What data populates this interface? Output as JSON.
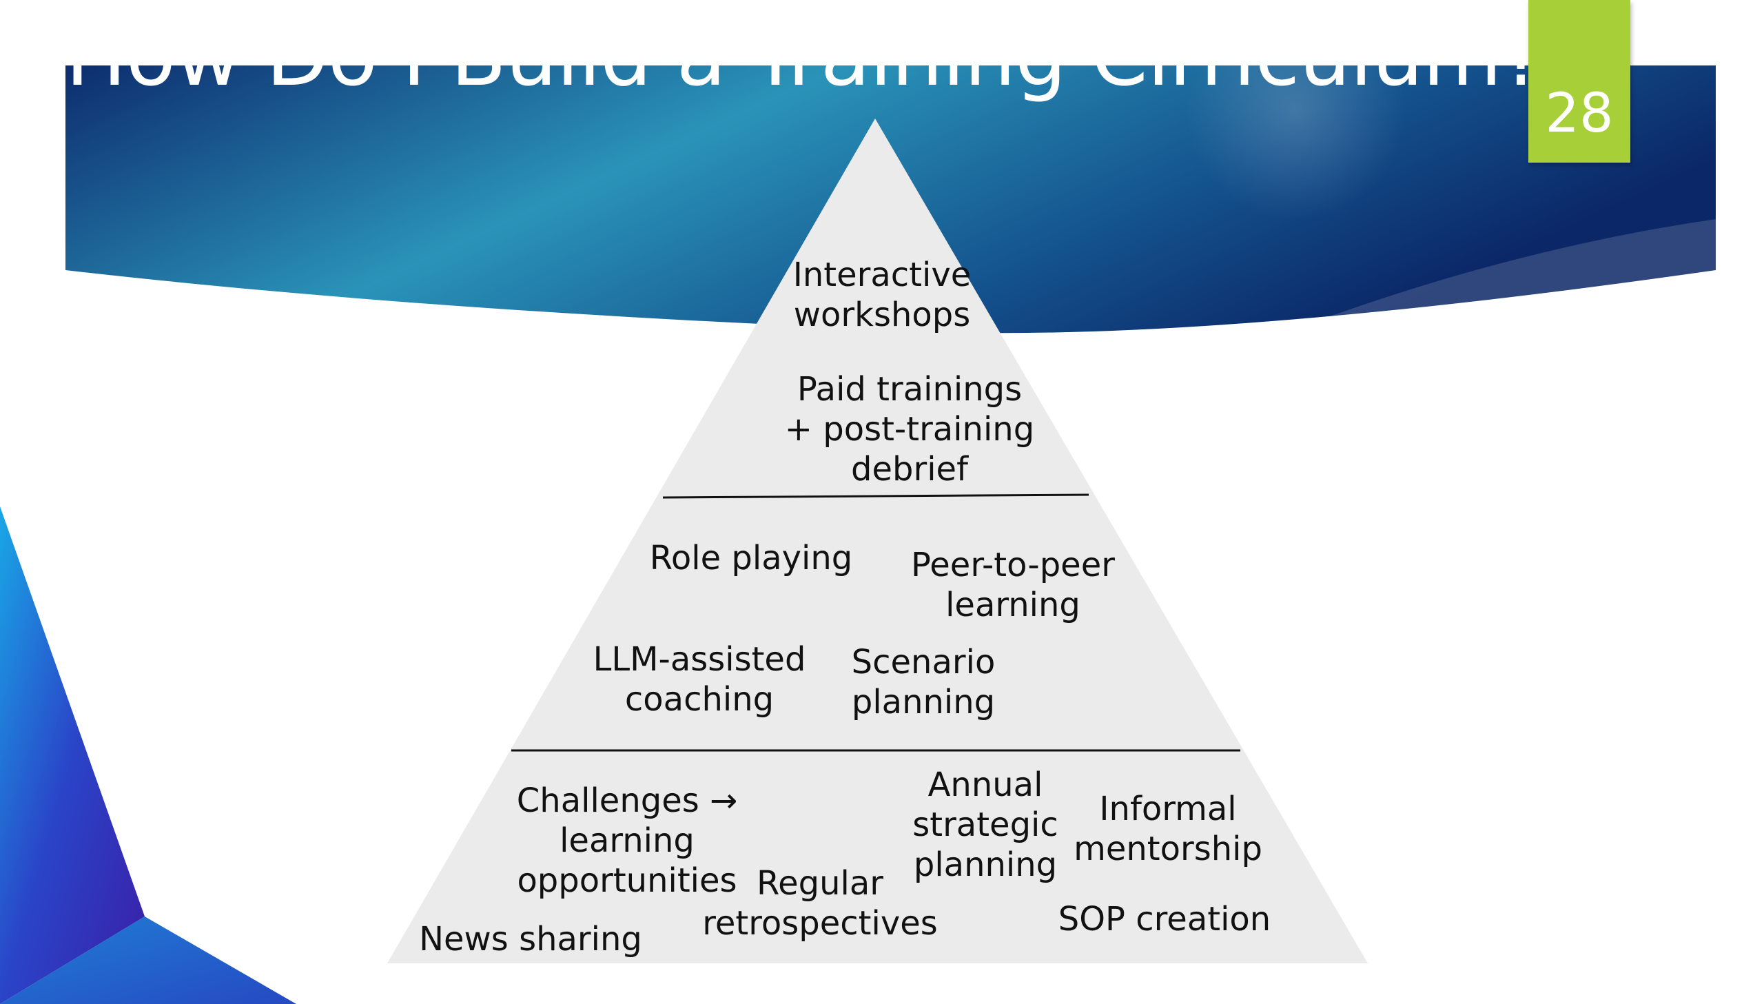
{
  "slide": {
    "title": "How Do I Build a Training Cirriculum?",
    "page_number": "28"
  },
  "colors": {
    "banner_dark": "#0c2a6b",
    "banner_light": "#2a93b8",
    "accent_green": "#a6cf38",
    "pyramid_fill": "#ebebeb",
    "text": "#111111"
  },
  "pyramid": {
    "top_tier": [
      {
        "lines": [
          "Interactive",
          "workshops"
        ]
      },
      {
        "lines": [
          "Paid trainings",
          "+ post-training",
          "debrief"
        ]
      }
    ],
    "middle_tier": [
      {
        "lines": [
          "Role playing"
        ]
      },
      {
        "lines": [
          "Peer-to-peer",
          "learning"
        ]
      },
      {
        "lines": [
          "LLM-assisted",
          "coaching"
        ]
      },
      {
        "lines": [
          "Scenario",
          "planning"
        ]
      }
    ],
    "bottom_tier": [
      {
        "lines": [
          "Challenges →",
          "learning",
          "opportunities"
        ]
      },
      {
        "lines": [
          "Regular",
          "retrospectives"
        ]
      },
      {
        "lines": [
          "Annual",
          "strategic",
          "planning"
        ]
      },
      {
        "lines": [
          "Informal",
          "mentorship"
        ]
      },
      {
        "lines": [
          "News sharing"
        ]
      },
      {
        "lines": [
          "SOP creation"
        ]
      }
    ]
  }
}
